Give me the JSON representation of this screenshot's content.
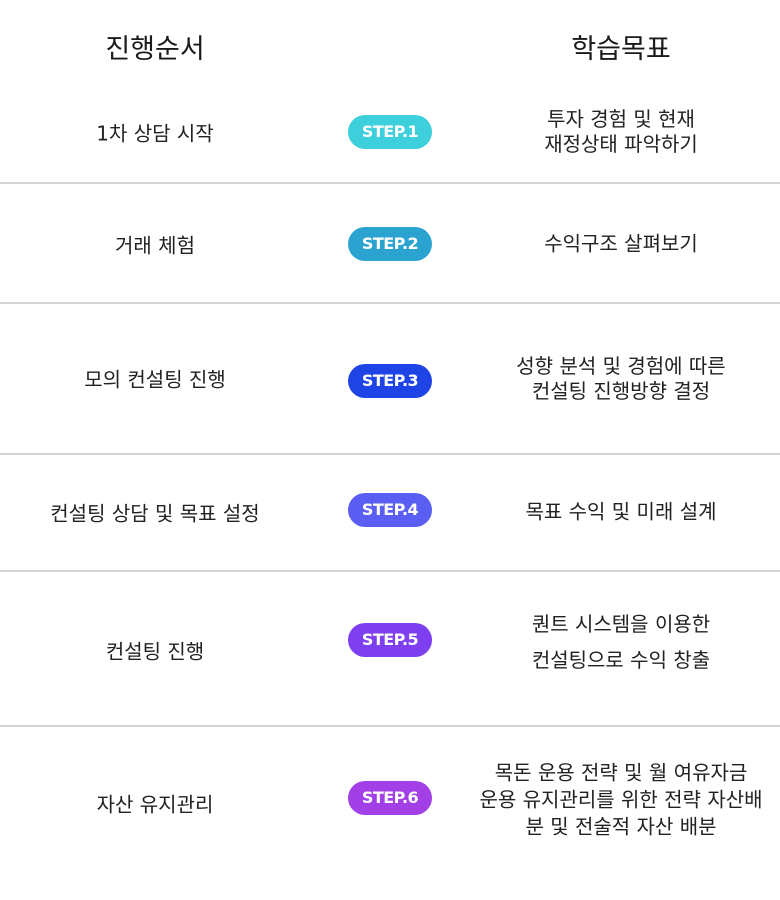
{
  "headers": {
    "left": "진행순서",
    "right": "학습목표"
  },
  "rows": [
    {
      "step": "1차 상담 시작",
      "badge": "STEP.1",
      "badge_color": "#3dd0dc",
      "goal": [
        "투자 경험 및 현재",
        "재정상태 파악하기"
      ]
    },
    {
      "step": "거래 체험",
      "badge": "STEP.2",
      "badge_color": "#2ba3d1",
      "goal": [
        "수익구조 살펴보기"
      ]
    },
    {
      "step": "모의 컨설팅 진행",
      "badge": "STEP.3",
      "badge_color": "#1f44e6",
      "goal": [
        "성향 분석 및 경험에 따른",
        "컨설팅 진행방향 결정"
      ]
    },
    {
      "step": "컨설팅 상담 및 목표 설정",
      "badge": "STEP.4",
      "badge_color": "#5b5ef2",
      "goal": [
        "목표 수익 및 미래 설계"
      ]
    },
    {
      "step": "컨설팅 진행",
      "badge": "STEP.5",
      "badge_color": "#7e3ff0",
      "goal": [
        "퀀트 시스템을 이용한",
        "컨설팅으로 수익 창출"
      ]
    },
    {
      "step": "자산 유지관리",
      "badge": "STEP.6",
      "badge_color": "#a23fe6",
      "goal": [
        "목돈 운용 전략 및 월 여유자금",
        "운용 유지관리를 위한 전략 자산배",
        "분 및 전술적 자산 배분"
      ]
    }
  ]
}
